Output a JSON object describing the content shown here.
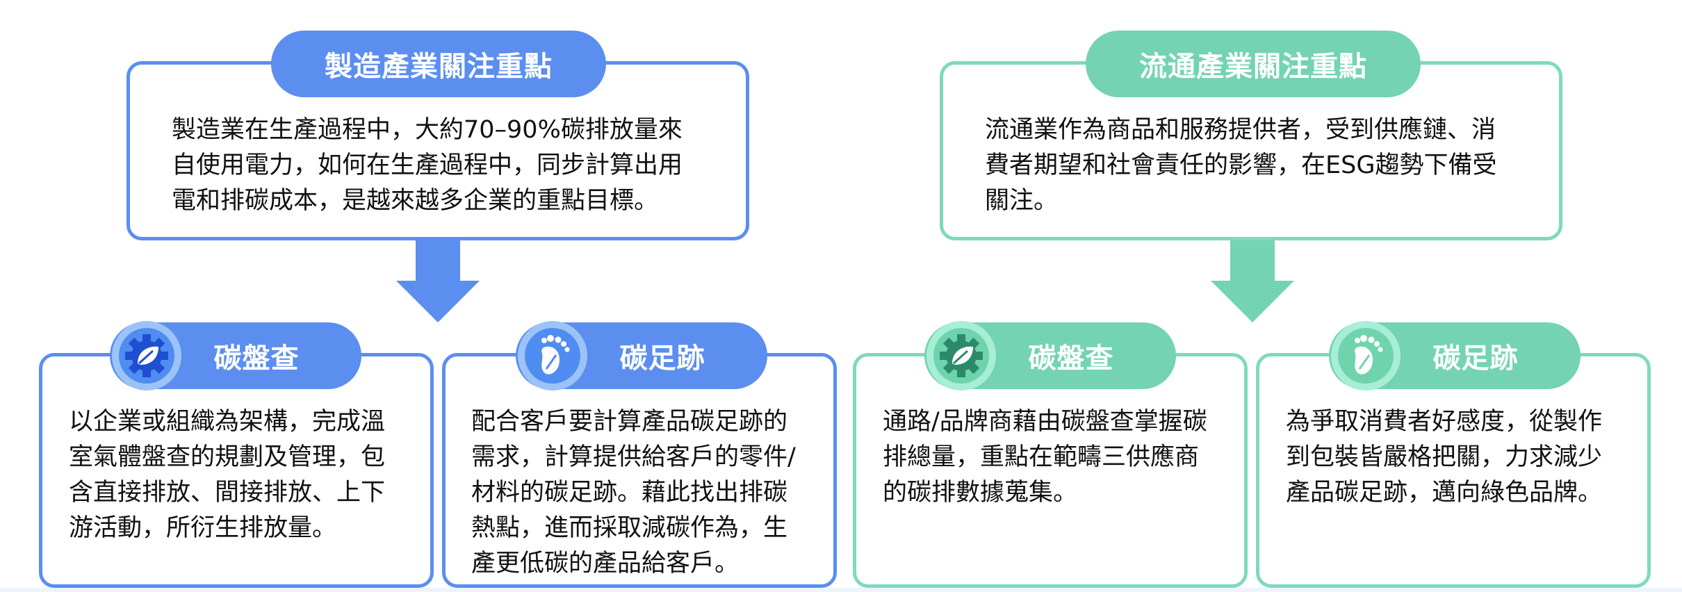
{
  "left": {
    "header": "製造產業關注重點",
    "description": "製造業在生產過程中，大約70–90%碳排放量來\n自使用電力，如何在生產過程中，同步計算出用\n電和排碳成本，是越來越多企業的重點目標。",
    "cards": [
      {
        "title": "碳盤查",
        "icon": "gear-leaf-icon",
        "text": "以企業或組織為架構，完成溫\n室氣體盤查的規劃及管理，包\n含直接排放、間接排放、上下\n游活動，所衍生排放量。"
      },
      {
        "title": "碳足跡",
        "icon": "footprint-icon",
        "text": "配合客戶要計算產品碳足跡的\n需求，計算提供給客戶的零件/\n材料的碳足跡。藉此找出排碳\n熱點，進而採取減碳作為，生\n產更低碳的產品給客戶。"
      }
    ]
  },
  "right": {
    "header": "流通產業關注重點",
    "description": "流通業作為商品和服務提供者，受到供應鏈、消\n費者期望和社會責任的影響，在ESG趨勢下備受\n關注。",
    "cards": [
      {
        "title": "碳盤查",
        "icon": "gear-leaf-icon",
        "text": "通路/品牌商藉由碳盤查掌握碳\n排總量，重點在範疇三供應商\n的碳排數據蒐集。"
      },
      {
        "title": "碳足跡",
        "icon": "footprint-icon",
        "text": "為爭取消費者好感度，從製作\n到包裝皆嚴格把關，力求減少\n產品碳足跡，邁向綠色品牌。"
      }
    ]
  },
  "colors": {
    "blue": "#5b8eef",
    "green": "#74d3b2",
    "blue_border": "#5b8eef",
    "green_border": "#7fd9bd"
  }
}
